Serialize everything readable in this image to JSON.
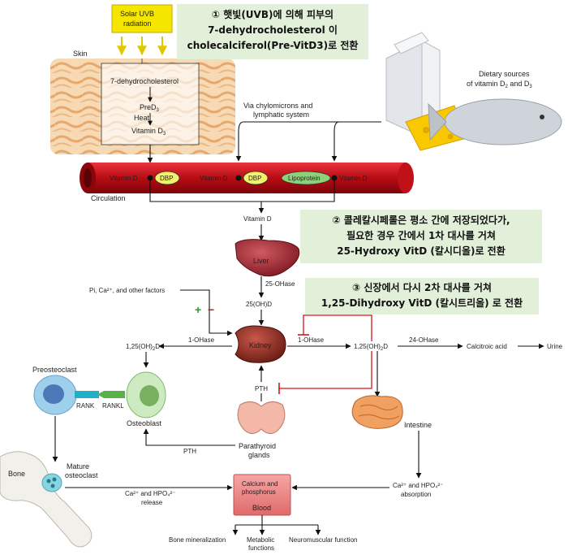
{
  "annotations": {
    "note1": [
      "① 햇빛(UVB)에 의해 피부의",
      "7-dehydrocholesterol 이",
      "cholecalciferol(Pre-VitD3)로 전환"
    ],
    "note2": [
      "② 콜레칼시페롤은 평소 간에 저장되었다가,",
      "필요한 경우 간에서 1차 대사를 거쳐",
      "25-Hydroxy VitD (칼시디올)로 전환"
    ],
    "note3": [
      "③ 신장에서 다시 2차 대사를 거쳐",
      "1,25-Dihydroxy VitD (칼시트리올) 로 전환"
    ]
  },
  "labels": {
    "uvb": [
      "Solar UVB",
      "radiation"
    ],
    "skin": "Skin",
    "dehydro": "7-dehydrocholesterol",
    "previt": "PreD",
    "previt_sub": "3",
    "heat": "Heat",
    "vitd3": "Vitamin D",
    "vitd3_sub": "3",
    "dietary": [
      "Dietary sources",
      "of vitamin D",
      "and D"
    ],
    "dietary_sub": [
      "2",
      "3"
    ],
    "chylo": [
      "Via chylomicrons and",
      "lymphatic system"
    ],
    "vitamin_d": "Vitamin D",
    "dbp": "DBP",
    "lipoprotein": "Lipoprotein",
    "circulation": "Circulation",
    "liver": "Liver",
    "ohase25": "25-OHase",
    "d25oh": "25(OH)D",
    "pi_ca": "Pi, Ca²⁺, and other factors",
    "plus": "+",
    "minus": "−",
    "ohase1": "1-OHase",
    "d125": "1,25(OH)",
    "d125_sub": "2",
    "d125_tail": "D",
    "kidney": "Kidney",
    "ohase24": "24-OHase",
    "calcitroic": "Calcitroic acid",
    "urine": "Urine",
    "preosteoclast": "Preosteoclast",
    "rank": "RANK",
    "rankl": "RANKL",
    "osteoblast": "Osteoblast",
    "pth": "PTH",
    "intestine": "Intestine",
    "parathyroid": [
      "Parathyroid",
      "glands"
    ],
    "bone": "Bone",
    "mature": [
      "Mature",
      "osteoclast"
    ],
    "release": [
      "Ca²⁺ and HPO₄²⁻",
      "release"
    ],
    "absorption": [
      "Ca²⁺ and HPO₄²⁻",
      "absorption"
    ],
    "blood_box": [
      "Calcium and",
      "phosphorus"
    ],
    "blood": "Blood",
    "outcomes": [
      "Bone mineralization",
      "Metabolic",
      "functions",
      "Neuromuscular function"
    ]
  },
  "colors": {
    "note_bg": "#e2f0d9",
    "uvb_box": "#f5e600",
    "vessel": "#c8101a",
    "dbp": "#f2f26a",
    "lipo": "#8fd17a",
    "liver": "#a5242e",
    "kidney": "#8e2a22",
    "blood_box": "#f08a8a",
    "inhibit": "#d4141c",
    "activate": "#2a9a2a"
  }
}
